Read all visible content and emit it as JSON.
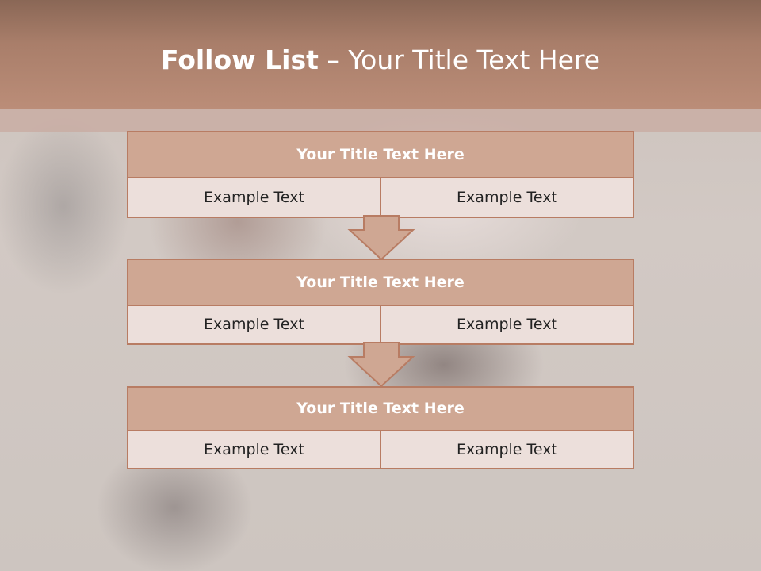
{
  "slide": {
    "title_bold": "Follow List",
    "title_rest": " – Your Title Text Here"
  },
  "steps": [
    {
      "title": "Your Title Text Here",
      "left": "Example Text",
      "right": "Example Text"
    },
    {
      "title": "Your Title Text Here",
      "left": "Example Text",
      "right": "Example Text"
    },
    {
      "title": "Your Title Text Here",
      "left": "Example Text",
      "right": "Example Text"
    }
  ],
  "colors": {
    "header": "#a97e6a",
    "box_title": "#cfa793",
    "box_body": "#ecdfdb",
    "border": "#b87c63"
  }
}
